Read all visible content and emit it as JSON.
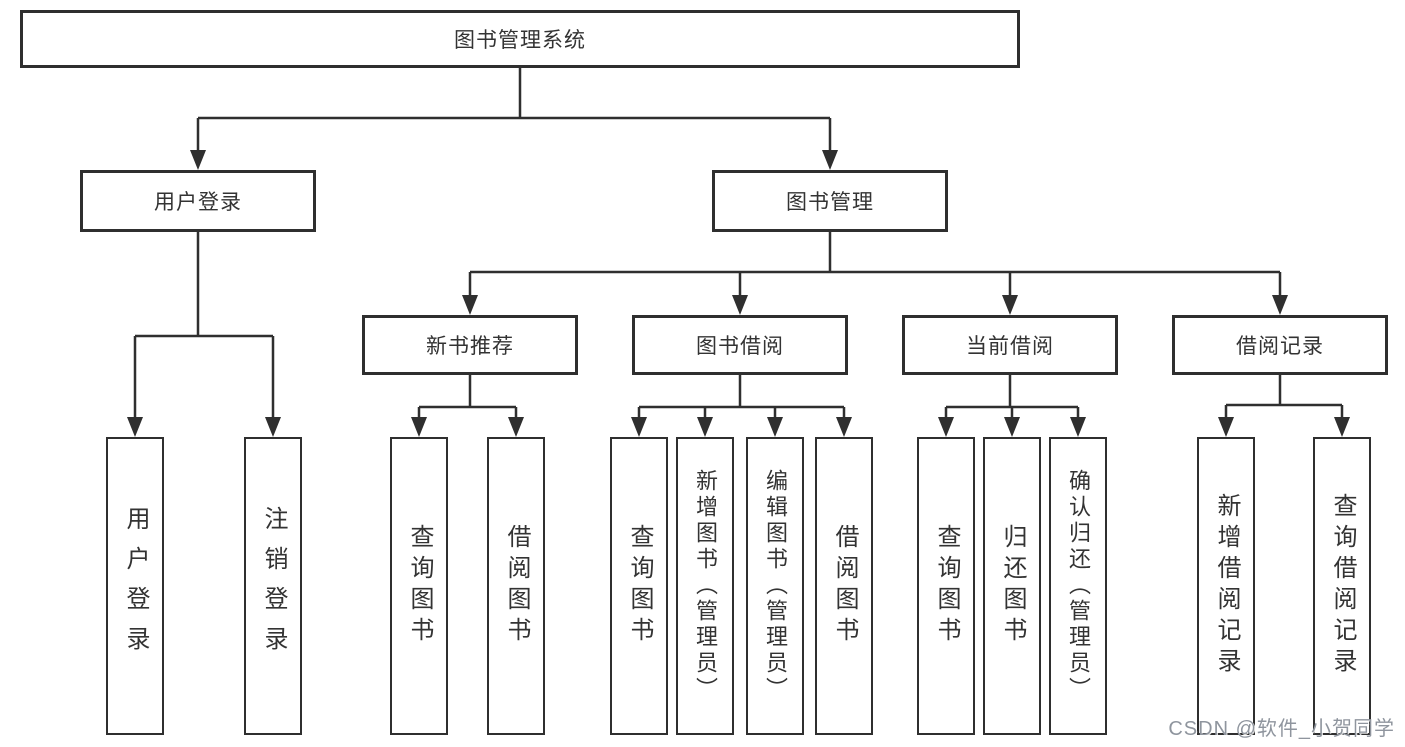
{
  "colors": {
    "background": "#ffffff",
    "line": "#2f2f2f",
    "box_border": "#2f2f2f",
    "text": "#333333",
    "watermark": "#8f959e"
  },
  "diagram": {
    "root": {
      "label": "图书管理系统"
    },
    "level2": [
      {
        "id": "user-login",
        "label": "用户登录"
      },
      {
        "id": "book-management",
        "label": "图书管理"
      }
    ],
    "level3": [
      {
        "id": "new-book-recommend",
        "parent": "图书管理",
        "label": "新书推荐"
      },
      {
        "id": "book-borrowing",
        "parent": "图书管理",
        "label": "图书借阅"
      },
      {
        "id": "current-borrowing",
        "parent": "图书管理",
        "label": "当前借阅"
      },
      {
        "id": "borrowing-records",
        "parent": "图书管理",
        "label": "借阅记录"
      }
    ],
    "leaves": [
      {
        "parent": "用户登录",
        "label": "用户登录"
      },
      {
        "parent": "用户登录",
        "label": "注销登录"
      },
      {
        "parent": "新书推荐",
        "label": "查询图书"
      },
      {
        "parent": "新书推荐",
        "label": "借阅图书"
      },
      {
        "parent": "图书借阅",
        "label": "查询图书"
      },
      {
        "parent": "图书借阅",
        "label": "新增图书（管理员）"
      },
      {
        "parent": "图书借阅",
        "label": "编辑图书（管理员）"
      },
      {
        "parent": "图书借阅",
        "label": "借阅图书"
      },
      {
        "parent": "当前借阅",
        "label": "查询图书"
      },
      {
        "parent": "当前借阅",
        "label": "归还图书"
      },
      {
        "parent": "当前借阅",
        "label": "确认归还（管理员）"
      },
      {
        "parent": "借阅记录",
        "label": "新增借阅记录"
      },
      {
        "parent": "借阅记录",
        "label": "查询借阅记录"
      }
    ]
  },
  "watermark": {
    "text": "CSDN @软件_小贺同学"
  }
}
